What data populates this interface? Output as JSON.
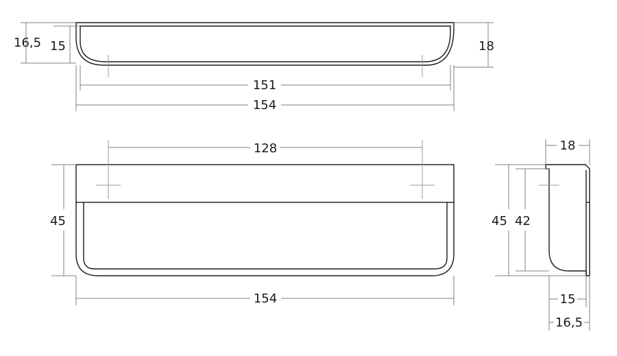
{
  "top_view": {
    "dim_total_depth": "16,5",
    "dim_inner_depth": "15",
    "dim_height": "18",
    "dim_inner_length": "151",
    "dim_total_length": "154"
  },
  "front_view": {
    "dim_hole_spacing": "128",
    "dim_height": "45",
    "dim_length": "154"
  },
  "side_view": {
    "dim_thickness": "18",
    "dim_height": "45",
    "dim_inner_height": "42",
    "dim_inner_depth": "15",
    "dim_total_depth": "16,5"
  },
  "colors": {
    "outline": "#1a1a1a",
    "dimension_line": "#7f7f7f",
    "background": "#ffffff"
  }
}
